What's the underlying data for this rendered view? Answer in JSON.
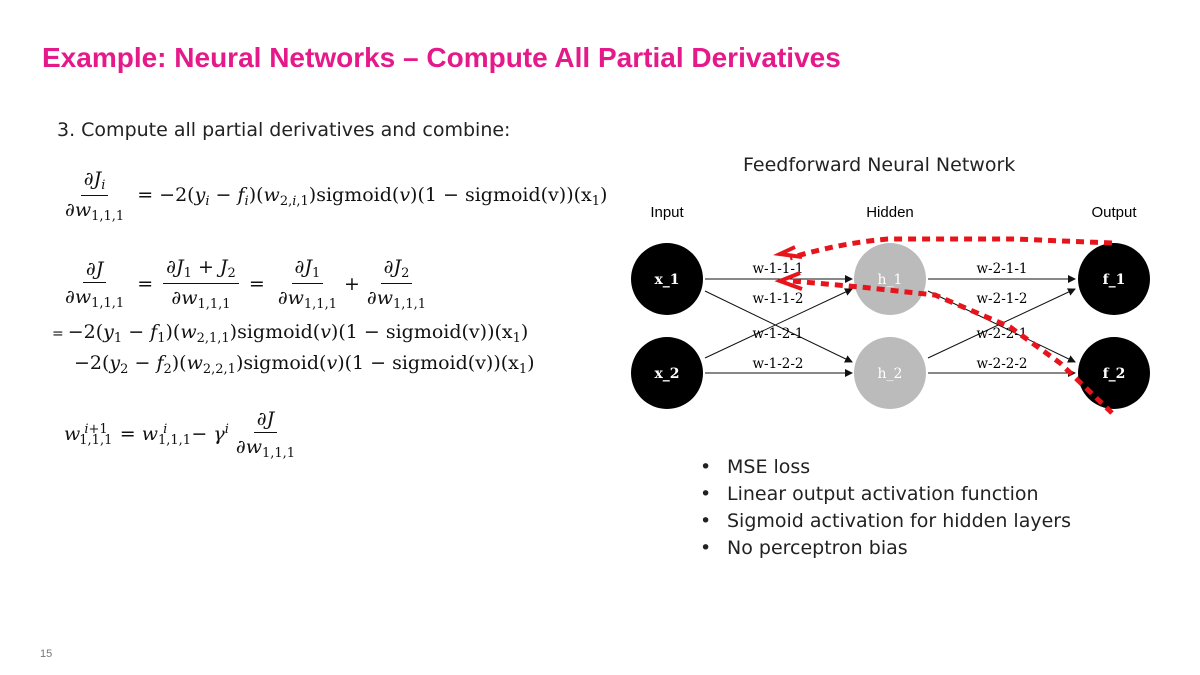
{
  "slide": {
    "title": "Example: Neural Networks – Compute All Partial Derivatives",
    "step": "3. Compute all partial derivatives and combine:",
    "page_number": "15"
  },
  "network": {
    "caption": "Feedforward Neural Network",
    "layer_labels": {
      "input": "Input",
      "hidden": "Hidden",
      "output": "Output"
    },
    "nodes": {
      "x1": "x_1",
      "x2": "x_2",
      "h1": "h_1",
      "h2": "h_2",
      "f1": "f_1",
      "f2": "f_2"
    },
    "weights": {
      "w111": "w-1-1-1",
      "w112": "w-1-1-2",
      "w121": "w-1-2-1",
      "w122": "w-1-2-2",
      "w211": "w-2-1-1",
      "w212": "w-2-1-2",
      "w221": "w-2-2-1",
      "w222": "w-2-2-2"
    },
    "colors": {
      "input_node": "#000000",
      "hidden_node": "#bbbbbb",
      "output_node": "#000000",
      "backprop_path": "#e8141c"
    }
  },
  "bullets": [
    "MSE loss",
    "Linear output activation function",
    "Sigmoid activation for hidden layers",
    "No perceptron bias"
  ],
  "colors": {
    "title": "#e5198a"
  }
}
